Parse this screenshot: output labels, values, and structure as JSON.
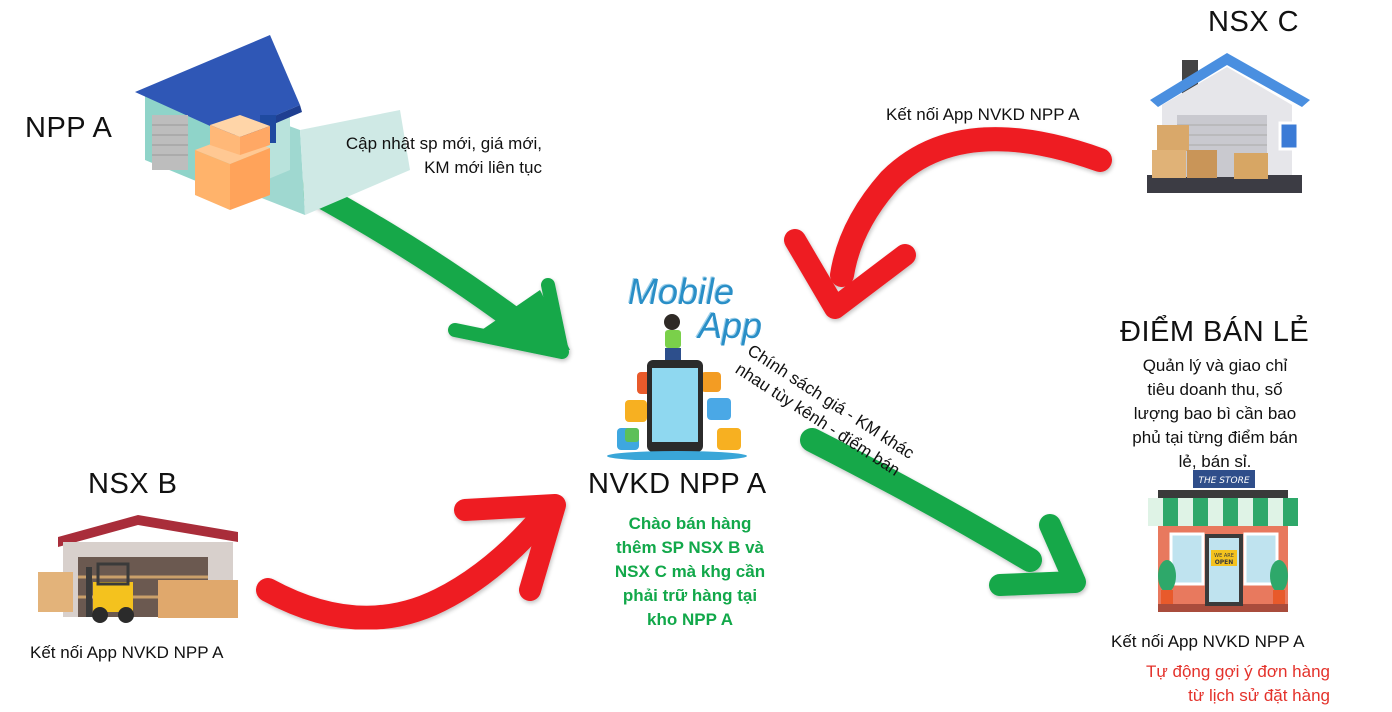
{
  "nodes": {
    "npp_a": {
      "title": "NPP A",
      "note_line1": "Cập nhật sp mới, giá mới,",
      "note_line2": "KM mới liên tục"
    },
    "nsx_c": {
      "title": "NSX C",
      "note": "Kết nối App NVKD NPP A"
    },
    "nsx_b": {
      "title": "NSX B",
      "note": "Kết nối App NVKD NPP A"
    },
    "center": {
      "app_word1": "Mobile",
      "app_word2": "App",
      "title": "NVKD NPP A",
      "note_lines": [
        "Chào bán hàng",
        "thêm SP NSX B và",
        "NSX C mà khg cần",
        "phải trữ hàng tại",
        "kho NPP A"
      ]
    },
    "retail": {
      "title": "ĐIỂM BÁN LẺ",
      "desc_lines": [
        "Quản lý và giao chỉ",
        "tiêu doanh thu, số",
        "lượng bao bì cần bao",
        "phủ tại từng điểm bán",
        "lẻ, bán sỉ."
      ],
      "store_sign": "THE STORE",
      "door_sign_1": "WE ARE",
      "door_sign_2": "OPEN",
      "note": "Kết nối App NVKD NPP A",
      "red_line1": "Tự động gợi ý đơn hàng",
      "red_line2": "từ lịch sử đặt hàng"
    }
  },
  "edges": {
    "center_to_retail_line1": "Chính sách giá - KM khác",
    "center_to_retail_line2": "nhau tùy kênh - điểm bán"
  },
  "colors": {
    "green_arrow": "#13a84a",
    "red_arrow": "#ee1c24",
    "green_text": "#12a84a",
    "red_text": "#e4322b"
  }
}
